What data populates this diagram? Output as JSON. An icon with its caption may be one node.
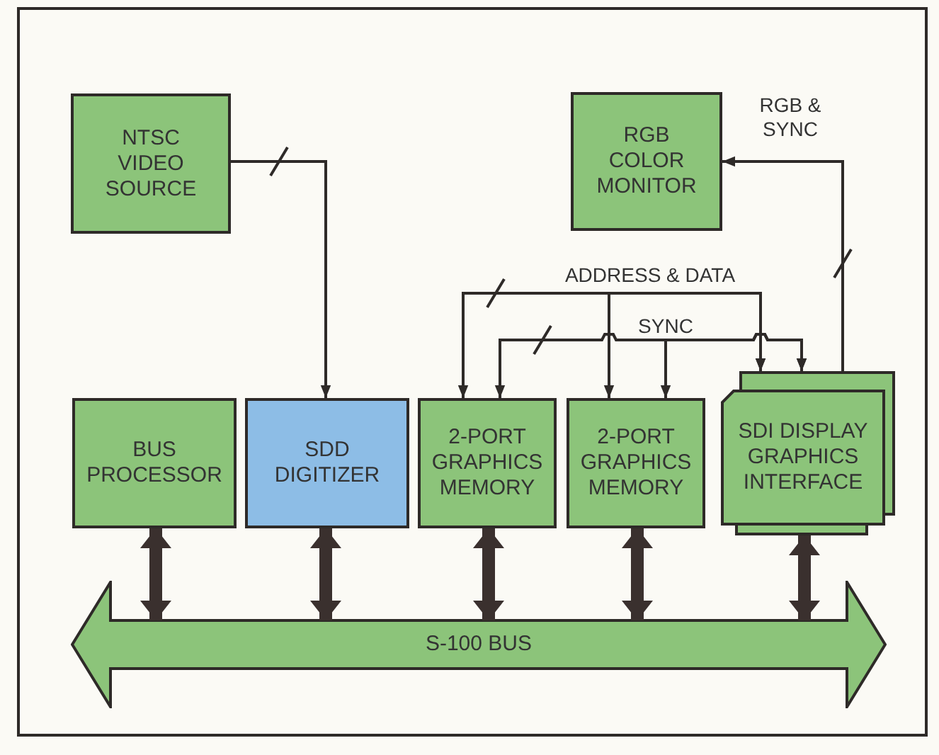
{
  "diagram": {
    "nodes": [
      {
        "text": [
          "NTSC VIDEO SOURCE"
        ]
      },
      {
        "text": [
          "RGB COLOR MONITOR"
        ]
      },
      {
        "text": [
          "BUS PROCESSOR"
        ]
      },
      {
        "text": [
          "SDD DIGITIZER"
        ]
      },
      {
        "text": [
          "2-PORT GRAPHICS MEMORY"
        ]
      },
      {
        "text": [
          "2-PORT GRAPHICS MEMORY"
        ]
      },
      {
        "text": [
          "SDI DISPLAY GRAPHICS INTERFACE"
        ]
      },
      {
        "text": [
          "S-100 BUS"
        ]
      }
    ],
    "edges": [
      {
        "from": 0,
        "to": 3,
        "arrow": "to"
      },
      {
        "from": 6,
        "to": 1,
        "arrow": "to",
        "label": "RGB & SYNC"
      },
      {
        "from": 4,
        "to": 6,
        "arrow": "both",
        "label": "ADDRESS & DATA"
      },
      {
        "from": 5,
        "to": 6,
        "arrow": "both"
      },
      {
        "from": 6,
        "to": 4,
        "arrow": "both",
        "label": "SYNC"
      },
      {
        "from": 6,
        "to": 5,
        "arrow": "both"
      },
      {
        "from": 2,
        "to": 7,
        "arrow": "both",
        "style": "thick"
      },
      {
        "from": 3,
        "to": 7,
        "arrow": "both",
        "style": "thick"
      },
      {
        "from": 4,
        "to": 7,
        "arrow": "both",
        "style": "thick"
      },
      {
        "from": 5,
        "to": 7,
        "arrow": "both",
        "style": "thick"
      },
      {
        "from": 6,
        "to": 7,
        "arrow": "both",
        "style": "thick"
      }
    ]
  }
}
